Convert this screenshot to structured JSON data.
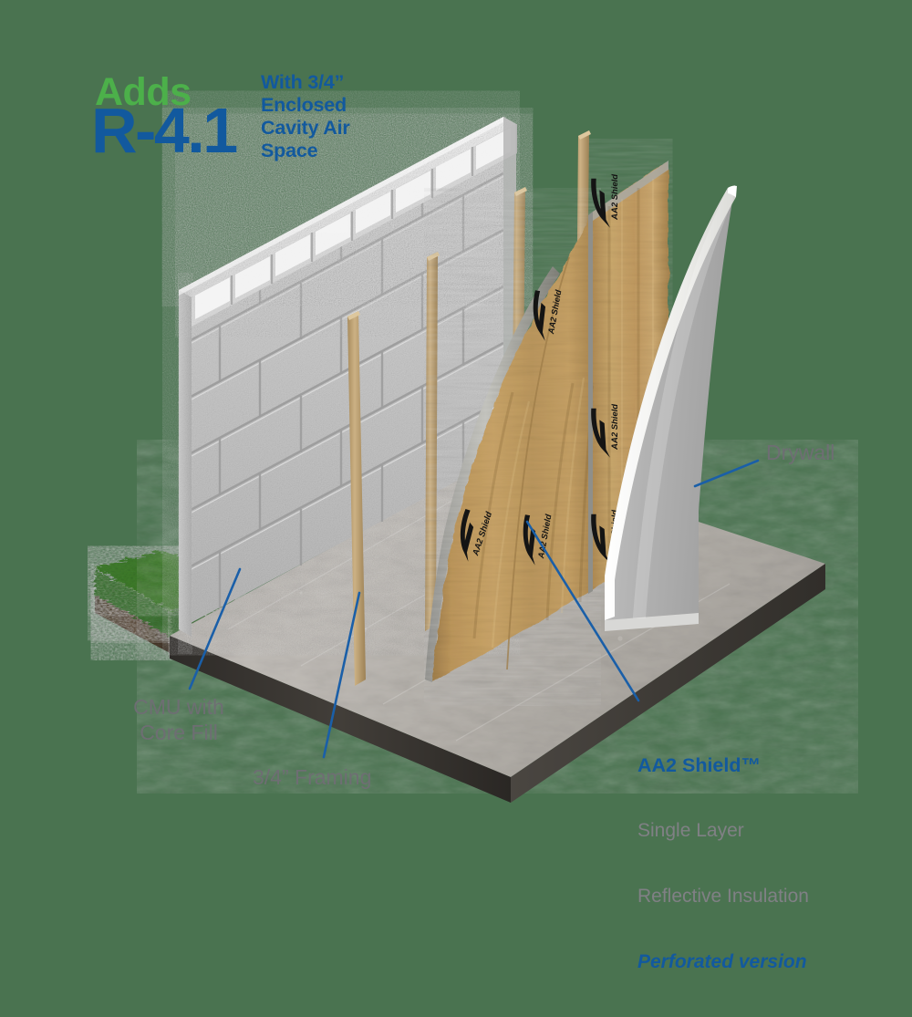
{
  "background_color": "#4a7350",
  "palette": {
    "green_accent": "#4cb04a",
    "blue_accent": "#12599e",
    "leader_line": "#1a5fa8",
    "gray_label": "#6e6e73",
    "gray_label_light": "#808085",
    "cmu_light": "#e9e9e9",
    "cmu_face": "#c9c9c9",
    "cmu_shadow": "#b0b0b0",
    "mortar": "#9a9a9a",
    "slab_top": "#b9b5b0",
    "slab_edge": "#3b3834",
    "grass": "#3f7a2c",
    "soil": "#3a2a1c",
    "insulation_kraft": "#c09a60",
    "insulation_kraft_dark": "#a8824a",
    "insulation_foil_edge": "#9a9a96",
    "drywall_face": "#b4b4b4",
    "drywall_edge": "#f2f2f0",
    "wood_stud": "#c6a878",
    "wood_stud_dark": "#a88c5e"
  },
  "headline": {
    "adds": "Adds",
    "r_value": "R-4.1",
    "cavity_note": "With 3/4”\nEnclosed\nCavity Air\nSpace"
  },
  "labels": {
    "cmu": "CMU with\nCore Fill",
    "framing": "3/4” Framing",
    "drywall": "Drywall",
    "product": {
      "brand": "AA2 Shield™",
      "line1": "Single Layer",
      "line2": "Reflective Insulation",
      "line3": "Perforated version"
    }
  },
  "product_logo": {
    "text": "AA2 Shield",
    "count": 6
  },
  "scene_components": [
    {
      "name": "grass-turf",
      "label": "Grass turf with soil layer"
    },
    {
      "name": "cmu-wall",
      "label": "CMU block wall with core fill"
    },
    {
      "name": "concrete-slab",
      "label": "Concrete slab floor"
    },
    {
      "name": "wood-furring-strips",
      "label": "3/4 inch framing furring strips",
      "count": 4
    },
    {
      "name": "insulation-panels",
      "label": "AA2 Shield reflective insulation panels",
      "count": 2
    },
    {
      "name": "drywall-panel",
      "label": "Drywall finish panel"
    }
  ]
}
